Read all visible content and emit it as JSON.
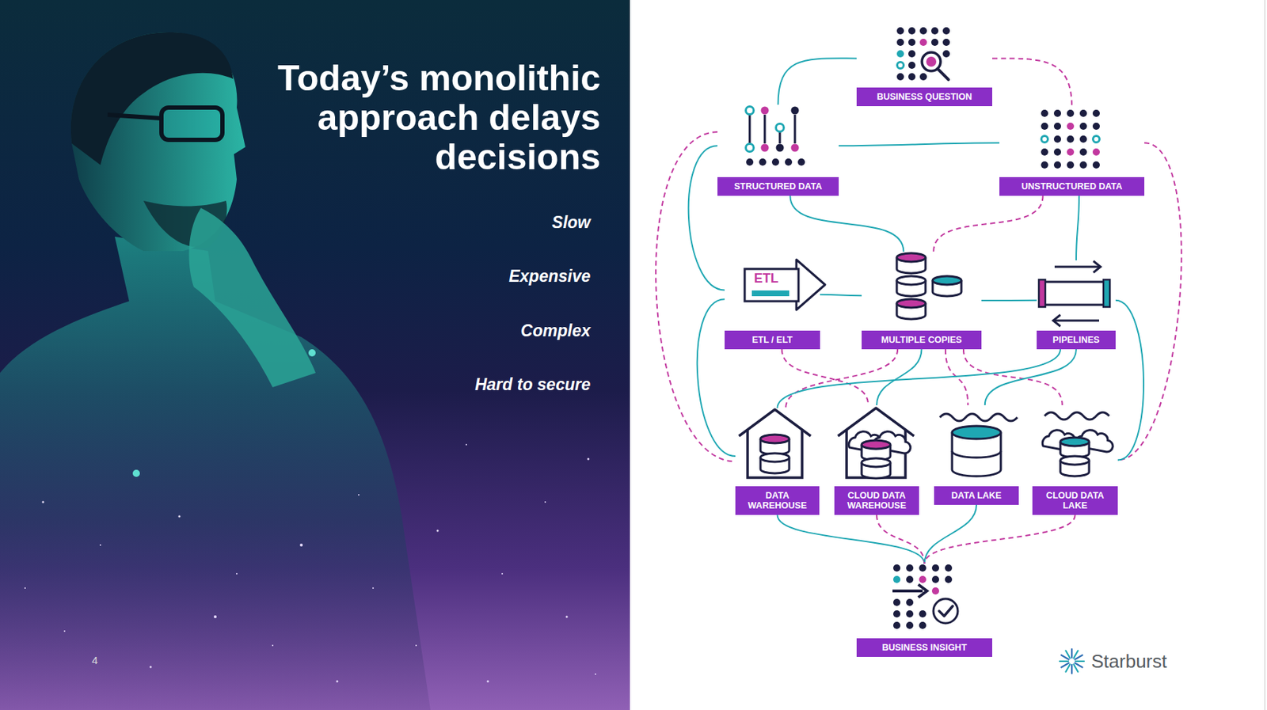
{
  "diagram": {
    "title": "Today’s monolithic approach delays decisions",
    "nodes": [
      {
        "text": [
          "BUSINESS QUESTION"
        ]
      },
      {
        "text": [
          "STRUCTURED DATA"
        ]
      },
      {
        "text": [
          "UNSTRUCTURED DATA"
        ]
      },
      {
        "text": [
          "ETL / ELT"
        ]
      },
      {
        "text": [
          "MULTIPLE COPIES"
        ]
      },
      {
        "text": [
          "PIPELINES"
        ]
      },
      {
        "text": [
          "DATA WAREHOUSE"
        ]
      },
      {
        "text": [
          "CLOUD DATA WAREHOUSE"
        ]
      },
      {
        "text": [
          "DATA LAKE"
        ]
      },
      {
        "text": [
          "CLOUD DATA LAKE"
        ]
      },
      {
        "text": [
          "BUSINESS INSIGHT"
        ]
      }
    ],
    "edges": [
      {
        "from": 0,
        "to": 1,
        "arrow": "none"
      },
      {
        "from": 0,
        "to": 2,
        "arrow": "none"
      },
      {
        "from": 1,
        "to": 2,
        "arrow": "none"
      },
      {
        "from": 1,
        "to": 3,
        "arrow": "none"
      },
      {
        "from": 1,
        "to": 4,
        "arrow": "none"
      },
      {
        "from": 1,
        "to": 6,
        "arrow": "none"
      },
      {
        "from": 2,
        "to": 4,
        "arrow": "none"
      },
      {
        "from": 2,
        "to": 5,
        "arrow": "none"
      },
      {
        "from": 2,
        "to": 9,
        "arrow": "none"
      },
      {
        "from": 3,
        "to": 4,
        "arrow": "none"
      },
      {
        "from": 3,
        "to": 6,
        "arrow": "none"
      },
      {
        "from": 3,
        "to": 7,
        "arrow": "none"
      },
      {
        "from": 4,
        "to": 5,
        "arrow": "none"
      },
      {
        "from": 4,
        "to": 6,
        "arrow": "none"
      },
      {
        "from": 4,
        "to": 7,
        "arrow": "none"
      },
      {
        "from": 4,
        "to": 8,
        "arrow": "none"
      },
      {
        "from": 4,
        "to": 9,
        "arrow": "none"
      },
      {
        "from": 5,
        "to": 6,
        "arrow": "none"
      },
      {
        "from": 5,
        "to": 8,
        "arrow": "none"
      },
      {
        "from": 5,
        "to": 9,
        "arrow": "none"
      },
      {
        "from": 6,
        "to": 10,
        "arrow": "none"
      },
      {
        "from": 7,
        "to": 10,
        "arrow": "none"
      },
      {
        "from": 8,
        "to": 10,
        "arrow": "none"
      },
      {
        "from": 9,
        "to": 10,
        "arrow": "none"
      }
    ],
    "labels": [
      "Slow",
      "Expensive",
      "Complex",
      "Hard to secure",
      "ETL",
      "4",
      "Starburst"
    ]
  }
}
